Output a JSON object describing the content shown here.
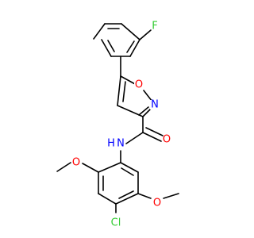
{
  "molecule": {
    "atoms": {
      "fluorine": {
        "text": "F",
        "color": "#33cc33"
      },
      "isoxazole_oxygen": {
        "text": "O",
        "color": "#ff0000"
      },
      "isoxazole_nitrogen": {
        "text": "N",
        "color": "#0000ff"
      },
      "carbonyl_oxygen": {
        "text": "O",
        "color": "#ff0000"
      },
      "amide_nh": {
        "text": "N",
        "color": "#0000ff"
      },
      "amide_h": {
        "text": "H",
        "color": "#0000ff"
      },
      "methoxy_oxygen_left": {
        "text": "O",
        "color": "#ff0000"
      },
      "methoxy_oxygen_right": {
        "text": "O",
        "color": "#ff0000"
      },
      "chlorine": {
        "text": "Cl",
        "color": "#33cc33"
      }
    }
  }
}
